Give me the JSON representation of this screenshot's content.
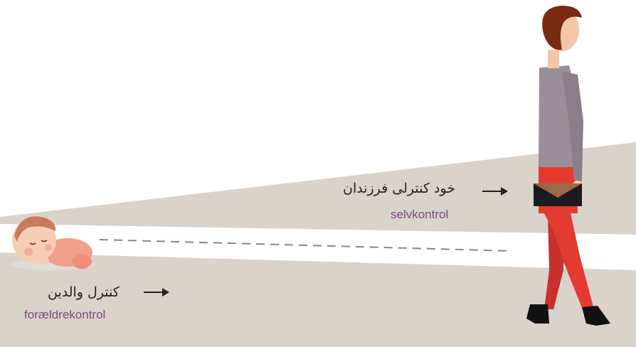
{
  "labels": {
    "child_control_fa": "خود کنترلی فرزندان",
    "child_control_da": "selvkontrol",
    "parent_control_fa": "کنترل والدین",
    "parent_control_da": "forældrekontrol"
  },
  "colors": {
    "band": "#d9d3cc",
    "dashed_line": "#888888",
    "danish_text": "#7b4a7e",
    "pants": "#e33b2f",
    "sweater": "#9a8f98",
    "hair": "#7a2a13",
    "skin": "#f4c6a8",
    "baby_blanket": "#f29f8c"
  },
  "icons": {
    "left_arrow": "arrow-right-icon",
    "right_arrow": "arrow-right-icon",
    "baby": "sleeping-baby-icon",
    "woman": "walking-woman-icon"
  }
}
